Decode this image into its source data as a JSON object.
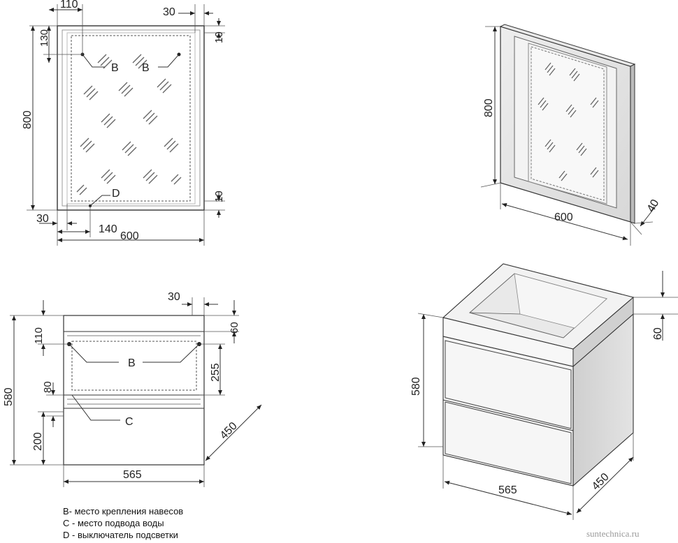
{
  "mirror_front": {
    "dims": {
      "top_left": "110",
      "top_right": "30",
      "left_top": "130",
      "right_top": "10",
      "height": "800",
      "right_bottom": "10",
      "bottom_left": "30",
      "bottom_mid": "140",
      "width": "600"
    },
    "labels": {
      "b1": "B",
      "b2": "B",
      "d": "D"
    }
  },
  "mirror_iso": {
    "dims": {
      "height": "800",
      "width": "600",
      "depth": "40"
    }
  },
  "cabinet_front": {
    "dims": {
      "top_right": "30",
      "left_top": "110",
      "right_top": "60",
      "height": "580",
      "right_mid": "255",
      "left_mid": "80",
      "left_bottom": "200",
      "depth": "450",
      "width": "565"
    },
    "labels": {
      "b": "B",
      "c": "C"
    }
  },
  "cabinet_iso": {
    "dims": {
      "height": "580",
      "top": "60",
      "width": "565",
      "depth": "450"
    }
  },
  "legend": [
    "B- место крепления навесов",
    "C - место подвода воды",
    "D - выключатель подсветки"
  ],
  "watermark": "suntechnica.ru"
}
